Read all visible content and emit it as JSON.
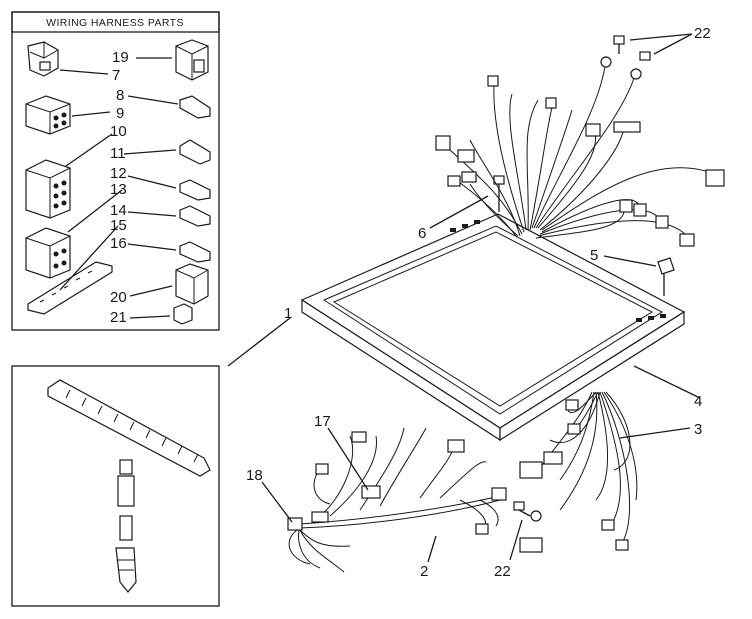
{
  "panel": {
    "title": "WIRING HARNESS PARTS"
  },
  "callouts": {
    "p19": "19",
    "p7": "7",
    "p8": "8",
    "p9": "9",
    "p10": "10",
    "p11": "11",
    "p12": "12",
    "p13": "13",
    "p14": "14",
    "p15": "15",
    "p16": "16",
    "p20": "20",
    "p21": "21",
    "m1": "1",
    "m2": "2",
    "m3": "3",
    "m4": "4",
    "m5": "5",
    "m6": "6",
    "m17": "17",
    "m18": "18",
    "m22a": "22",
    "m22b": "22"
  },
  "colors": {
    "ink": "#1a1a1a",
    "paper": "#ffffff"
  }
}
